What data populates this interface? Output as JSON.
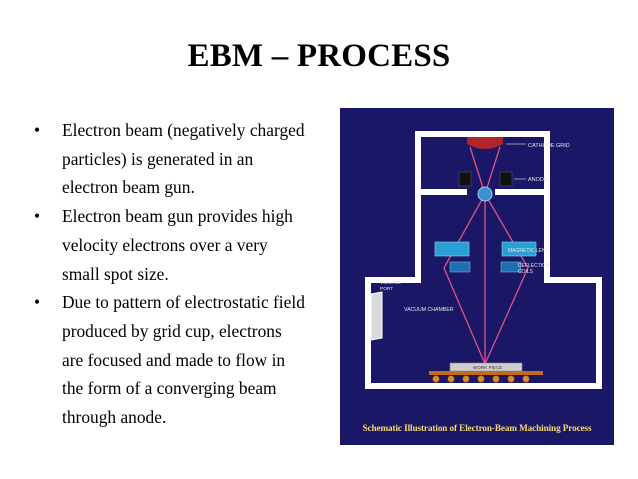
{
  "slide": {
    "title": "EBM – PROCESS",
    "bullets": [
      {
        "mark": "•",
        "lines": [
          "Electron beam (negatively charged",
          "particles) is generated in an",
          "electron beam gun."
        ]
      },
      {
        "mark": "•",
        "lines": [
          "Electron beam gun provides high",
          "velocity electrons over a very",
          "small spot size."
        ]
      },
      {
        "mark": "•",
        "lines": [
          "Due to pattern of electrostatic field",
          "produced by grid cup, electrons",
          "are focused and made to flow in",
          "the form of a converging beam",
          "through anode."
        ]
      }
    ]
  },
  "diagram": {
    "labels": {
      "cathode_grid": "CATHODE GRID",
      "anode": "ANODE",
      "magnetic_lens": "MAGNETIC LENS",
      "deflection_coils_1": "DEFLECTION",
      "deflection_coils_2": "COILS",
      "viewing_port_1": "VIEWING",
      "viewing_port_2": "PORT",
      "vacuum_chamber": "VACUUM CHAMBER",
      "work_piece": "WORK PIECE"
    },
    "caption": "Schematic Illustration of Electron-Beam Machining Process",
    "colors": {
      "background": "#1a1866",
      "wall": "#ffffff",
      "beam": "#e0518a",
      "cathode": "#b0242a",
      "lens": "#2a9fd6",
      "caption": "#f4d96a"
    }
  }
}
